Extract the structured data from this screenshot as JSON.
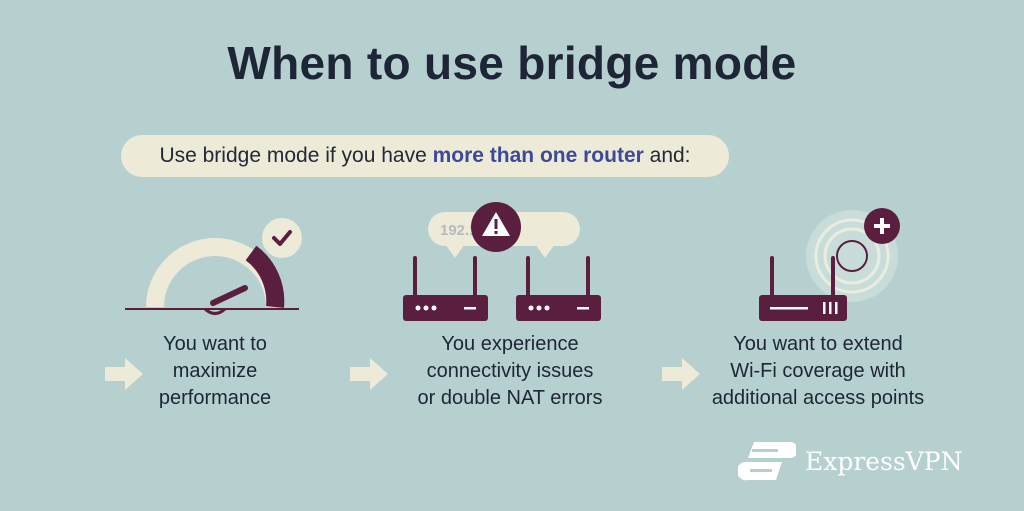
{
  "title": "When to use bridge mode",
  "subtitle": {
    "prefix": "Use bridge mode if you have ",
    "highlight": "more than one router",
    "suffix": " and:"
  },
  "cards": [
    {
      "lines": [
        "You want to",
        "maximize",
        "performance"
      ]
    },
    {
      "lines": [
        "You experience",
        "connectivity issues",
        "or double NAT errors"
      ],
      "ip_label": "192.168.0.1"
    },
    {
      "lines": [
        "You want to extend",
        "Wi-Fi coverage with",
        "additional access points"
      ]
    }
  ],
  "brand": {
    "name": "ExpressVPN"
  },
  "colors": {
    "background": "#b6d0cf",
    "accent": "#5a1f3f",
    "highlight_text": "#3b4a9a",
    "pill": "#eeead8"
  }
}
